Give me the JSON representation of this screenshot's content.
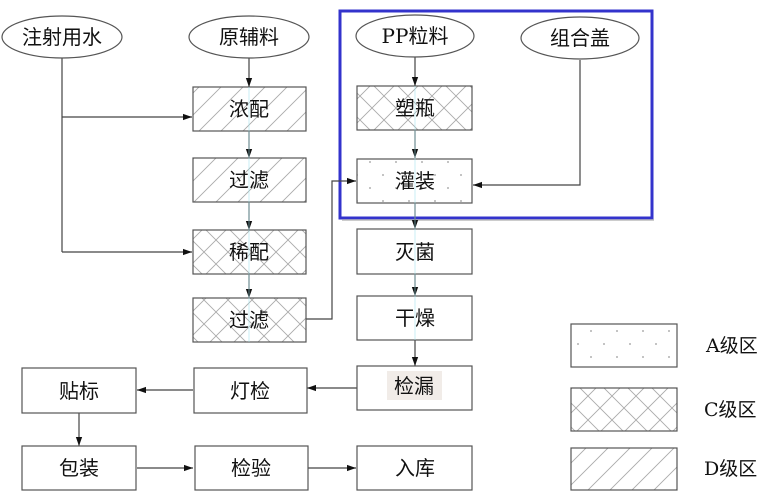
{
  "title": "Production flow diagram",
  "colors": {
    "frame": "#3333cc",
    "stroke": "#555555",
    "line": "#444444",
    "highlight_bg": "#f1ece8"
  },
  "inputs": [
    {
      "id": "water",
      "label": "注射用水"
    },
    {
      "id": "raw",
      "label": "原辅料"
    },
    {
      "id": "pp",
      "label": "PP粒料"
    },
    {
      "id": "cap",
      "label": "组合盖"
    }
  ],
  "steps": [
    {
      "id": "conc",
      "label": "浓配",
      "zone": "D"
    },
    {
      "id": "filter1",
      "label": "过滤",
      "zone": "D"
    },
    {
      "id": "dilute",
      "label": "稀配",
      "zone": "C"
    },
    {
      "id": "filter2",
      "label": "过滤",
      "zone": "C"
    },
    {
      "id": "bottle",
      "label": "塑瓶",
      "zone": "C"
    },
    {
      "id": "fill",
      "label": "灌装",
      "zone": "A"
    },
    {
      "id": "sterilize",
      "label": "灭菌",
      "zone": "none"
    },
    {
      "id": "dry",
      "label": "干燥",
      "zone": "none"
    },
    {
      "id": "leak",
      "label": "检漏",
      "zone": "none"
    },
    {
      "id": "lamp",
      "label": "灯检",
      "zone": "none"
    },
    {
      "id": "label",
      "label": "贴标",
      "zone": "none"
    },
    {
      "id": "pack",
      "label": "包装",
      "zone": "none"
    },
    {
      "id": "inspect",
      "label": "检验",
      "zone": "none"
    },
    {
      "id": "store",
      "label": "入库",
      "zone": "none"
    }
  ],
  "edges": [
    [
      "raw",
      "conc"
    ],
    [
      "water",
      "conc"
    ],
    [
      "water",
      "dilute"
    ],
    [
      "conc",
      "filter1"
    ],
    [
      "filter1",
      "dilute"
    ],
    [
      "dilute",
      "filter2"
    ],
    [
      "filter2",
      "fill"
    ],
    [
      "pp",
      "bottle"
    ],
    [
      "bottle",
      "fill"
    ],
    [
      "cap",
      "fill"
    ],
    [
      "fill",
      "sterilize"
    ],
    [
      "sterilize",
      "dry"
    ],
    [
      "dry",
      "leak"
    ],
    [
      "leak",
      "lamp"
    ],
    [
      "lamp",
      "label"
    ],
    [
      "label",
      "pack"
    ],
    [
      "pack",
      "inspect"
    ],
    [
      "inspect",
      "store"
    ]
  ],
  "legend": [
    {
      "zone": "A",
      "label": "A级区"
    },
    {
      "zone": "C",
      "label": "C级区"
    },
    {
      "zone": "D",
      "label": "D级区"
    }
  ]
}
